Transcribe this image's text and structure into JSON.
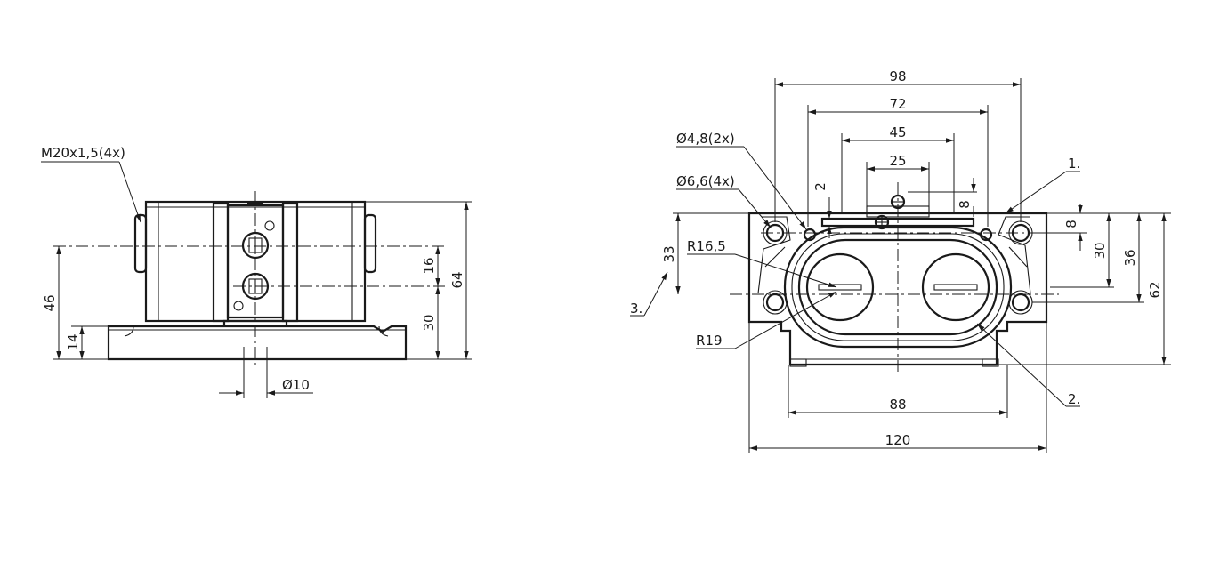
{
  "side_view": {
    "thread_label": "M20x1,5(4x)",
    "dim_46": "46",
    "dim_14": "14",
    "dim_16": "16",
    "dim_30": "30",
    "dim_64": "64",
    "dia_10": "Ø10"
  },
  "front_view": {
    "dim_98": "98",
    "dim_72": "72",
    "dim_45": "45",
    "dim_25": "25",
    "dim_2": "2",
    "dim_8_top": "8",
    "dim_8_right": "8",
    "dim_30": "30",
    "dim_36": "36",
    "dim_62": "62",
    "dim_33": "33",
    "dim_88": "88",
    "dim_120": "120",
    "hole_small": "Ø4,8(2x)",
    "hole_large": "Ø6,6(4x)",
    "radius_inner": "R16,5",
    "radius_outer": "R19",
    "callout_1": "1.",
    "callout_2": "2.",
    "callout_3": "3."
  }
}
